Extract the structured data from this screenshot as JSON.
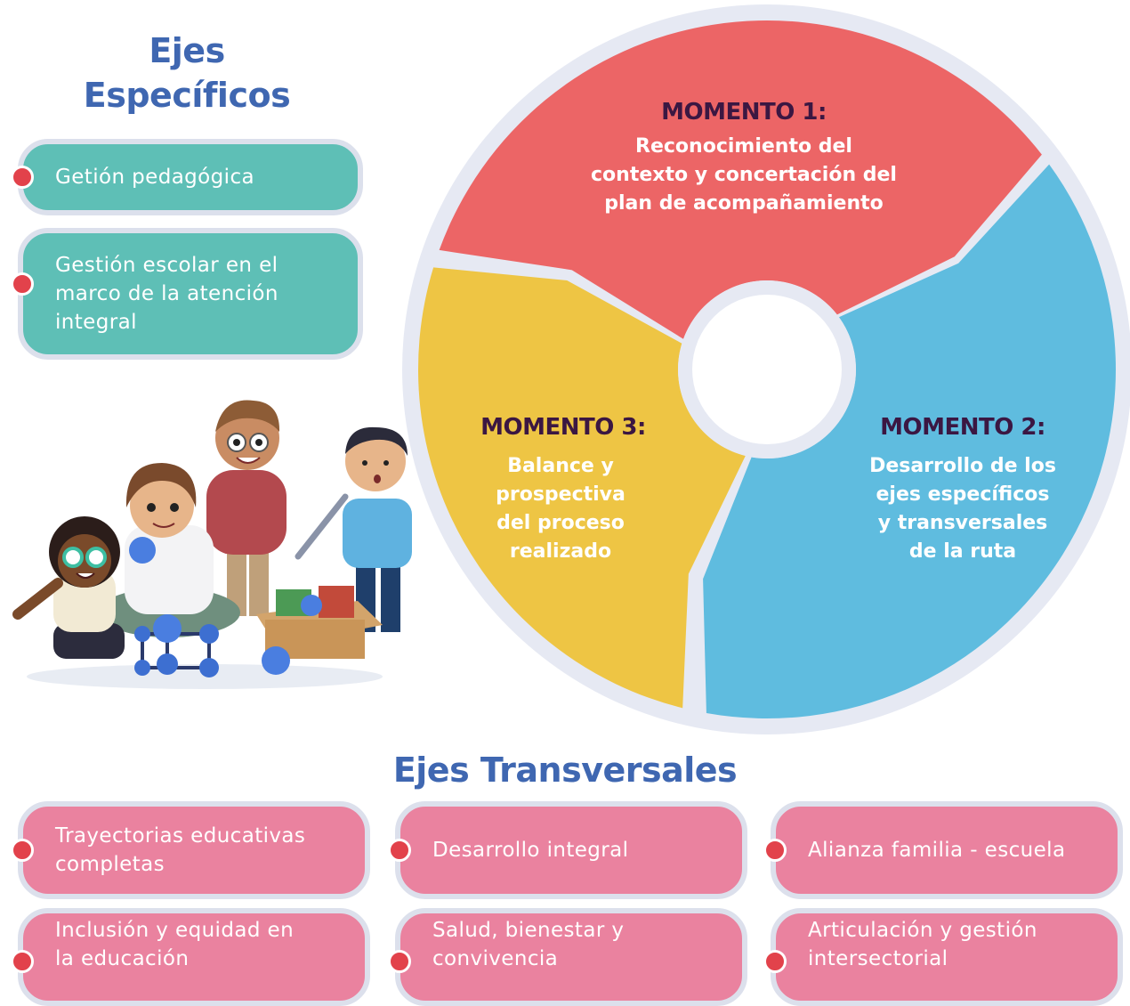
{
  "ejes_especificos": {
    "title_line1": "Ejes",
    "title_line2": "Específicos",
    "items": [
      {
        "label": "Getión pedagógica"
      },
      {
        "label_lines": [
          "Gestión escolar en el",
          "marco de la atención",
          "integral"
        ]
      }
    ]
  },
  "ciclo": {
    "momentos": [
      {
        "title": "MOMENTO 1:",
        "lines": [
          "Reconocimiento del",
          "contexto y concertación del",
          "plan de acompañamiento"
        ],
        "color": "#ec6566"
      },
      {
        "title": "MOMENTO 2:",
        "lines": [
          "Desarrollo de los",
          "ejes específicos",
          "y transversales",
          "de la ruta"
        ],
        "color": "#5fbcdf"
      },
      {
        "title": "MOMENTO 3:",
        "lines": [
          "Balance y",
          "prospectiva",
          "del proceso",
          "realizado"
        ],
        "color": "#eec544"
      }
    ]
  },
  "ejes_transversales": {
    "title": "Ejes Transversales",
    "items": [
      {
        "label_lines": [
          "Trayectorias educativas",
          "completas"
        ]
      },
      {
        "label_lines": [
          "Desarrollo integral"
        ]
      },
      {
        "label_lines": [
          "Alianza familia - escuela"
        ]
      },
      {
        "label_lines": [
          "Inclusión y equidad en",
          "la educación"
        ]
      },
      {
        "label_lines": [
          "Salud, bienestar y",
          "convivencia"
        ]
      },
      {
        "label_lines": [
          "Articulación y gestión",
          "intersectorial"
        ]
      }
    ]
  },
  "colors": {
    "heading": "#3f67b1",
    "teal_pill": "#5ebfb6",
    "pink_pill": "#ea829f",
    "bullet": "#e2424b",
    "pill_border": "#dce0ec",
    "moment_title": "#3b1742"
  }
}
